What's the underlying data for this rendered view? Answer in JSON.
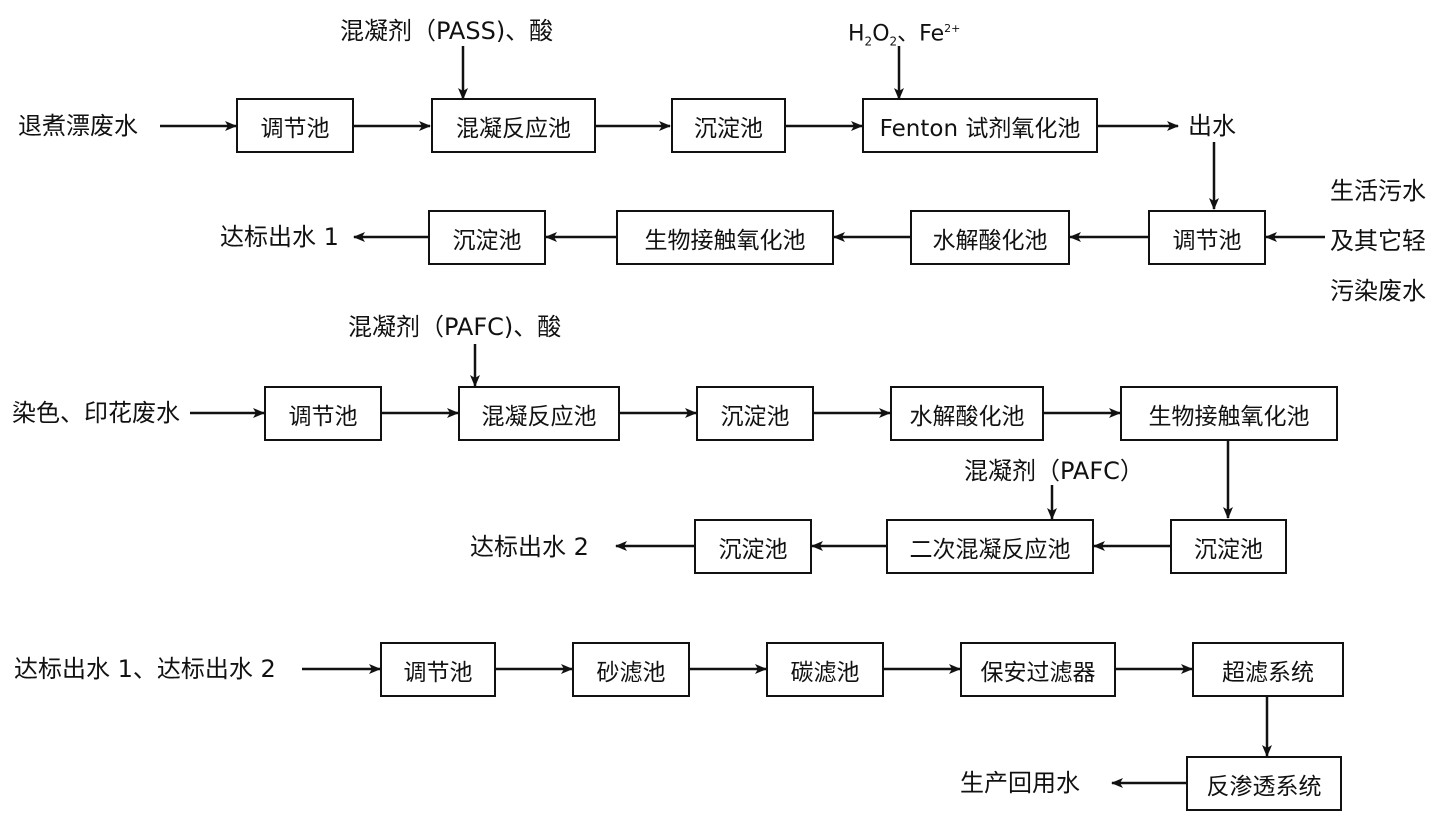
{
  "row1": {
    "input": "退煮漂废水",
    "boxes": [
      "调节池",
      "混凝反应池",
      "沉淀池",
      "Fenton 试剂氧化池"
    ],
    "dosing_1": "混凝剂（PASS)、酸",
    "dosing_2": {
      "h": "H",
      "sub2": "2",
      "o": "O",
      "sub2b": "2",
      "sep": "、Fe",
      "sup": "2+"
    },
    "output": "出水"
  },
  "row2": {
    "side_input": [
      "生活污水",
      "及其它轻",
      "污染废水"
    ],
    "boxes": [
      "调节池",
      "水解酸化池",
      "生物接触氧化池",
      "沉淀池"
    ],
    "output": "达标出水 1"
  },
  "row3": {
    "dosing": "混凝剂（PAFC)、酸",
    "input": "染色、印花废水",
    "boxes": [
      "调节池",
      "混凝反应池",
      "沉淀池",
      "水解酸化池",
      "生物接触氧化池"
    ]
  },
  "row4": {
    "dosing": "混凝剂（PAFC）",
    "boxes": [
      "沉淀池",
      "二次混凝反应池",
      "沉淀池"
    ],
    "output": "达标出水 2"
  },
  "row5": {
    "input": "达标出水 1、达标出水 2",
    "boxes": [
      "调节池",
      "砂滤池",
      "碳滤池",
      "保安过滤器",
      "超滤系统"
    ]
  },
  "row6": {
    "box": "反渗透系统",
    "output": "生产回用水"
  }
}
